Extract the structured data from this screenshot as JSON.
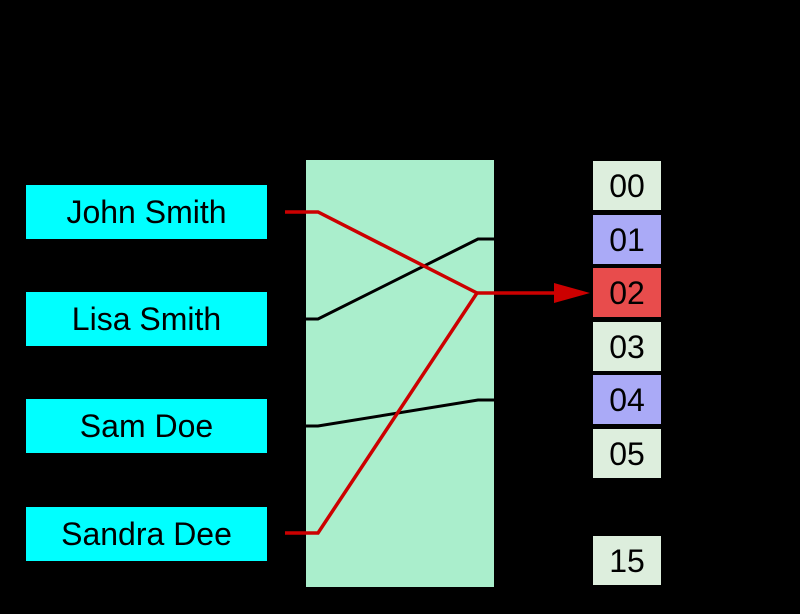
{
  "diagram": {
    "description": "Hash function mapping keys to bucket indices, with a collision on bucket 02",
    "keys": [
      {
        "label": "John Smith"
      },
      {
        "label": "Lisa Smith"
      },
      {
        "label": "Sam Doe"
      },
      {
        "label": "Sandra Dee"
      }
    ],
    "buckets": [
      {
        "label": "00",
        "variant": "light"
      },
      {
        "label": "01",
        "variant": "lavender"
      },
      {
        "label": "02",
        "variant": "red"
      },
      {
        "label": "03",
        "variant": "light"
      },
      {
        "label": "04",
        "variant": "lavender"
      },
      {
        "label": "05",
        "variant": "light"
      },
      {
        "label": "15",
        "variant": "light"
      }
    ],
    "links": [
      {
        "from": "John Smith",
        "to": "02",
        "color": "red"
      },
      {
        "from": "Lisa Smith",
        "to": "01",
        "color": "black"
      },
      {
        "from": "Sam Doe",
        "to": "04",
        "color": "black"
      },
      {
        "from": "Sandra Dee",
        "to": "02",
        "color": "red"
      }
    ],
    "colors": {
      "background": "#000000",
      "key_box": "#00ffff",
      "hash_function_box": "#aaeecc",
      "bucket_light": "#ddeedd",
      "bucket_lavender": "#aaaaf7",
      "bucket_collision_red": "#e84c4c",
      "line_black": "#000000",
      "line_red": "#cc0000",
      "text": "#000000"
    }
  }
}
